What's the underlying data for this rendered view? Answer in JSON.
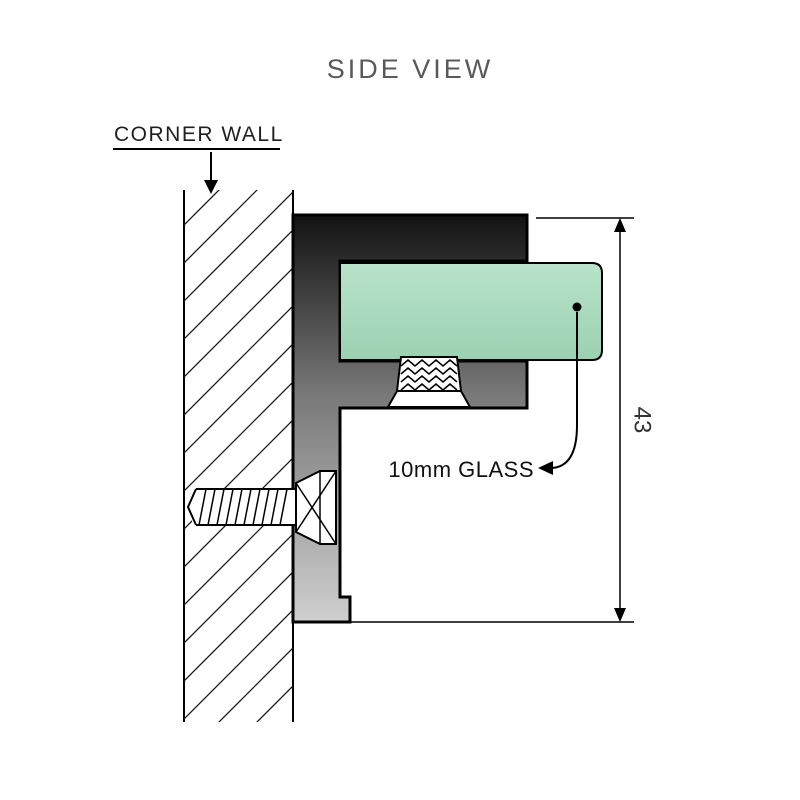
{
  "title": "SIDE VIEW",
  "wall": {
    "label": "CORNER WALL"
  },
  "glass": {
    "label": "10mm GLASS"
  },
  "dimension": {
    "value": "43"
  },
  "colors": {
    "title_text": "#595959",
    "ink": "#000000",
    "glass_top": "#b9e3ca",
    "glass_bottom": "#9bd1b1",
    "bracket_top": "#121212",
    "bracket_mid": "#7a7a7a",
    "bracket_bottom": "#cfcfcf"
  }
}
